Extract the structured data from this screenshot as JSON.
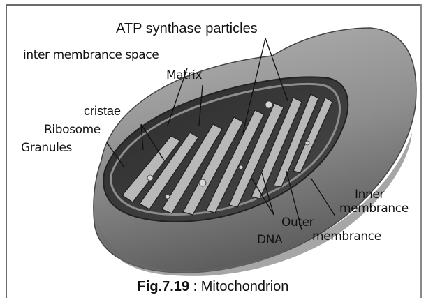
{
  "labels": {
    "atp": "ATP synthase particles",
    "ims": "inter membrance space",
    "matrix": "Matrix",
    "cristae": "cristae",
    "ribosome": "Ribosome",
    "granules": "Granules",
    "inner_line1": "Inner",
    "inner_line2": "membrance",
    "outer_line1": "Outer",
    "outer_line2": "membrance",
    "dna": "DNA"
  },
  "caption": {
    "figure_number": "Fig.7.19",
    "separator": " : ",
    "title": "Mitochondrion"
  },
  "colors": {
    "outer_shell": "#9a9a9a",
    "shell_shadow": "#6e6e6e",
    "interior": "#3a3a3a",
    "cristae": "#b8b8b8",
    "frame": "#6b6b6b"
  }
}
